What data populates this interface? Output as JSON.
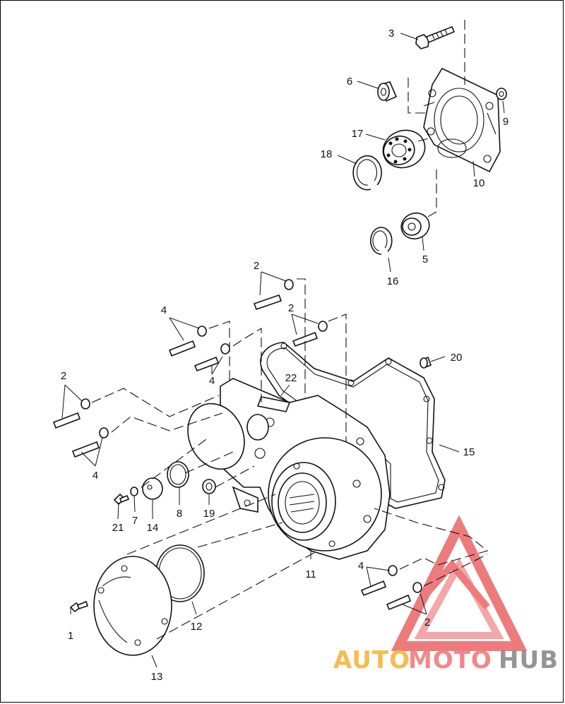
{
  "callouts": {
    "c3": "3",
    "c6": "6",
    "c9": "9",
    "c17": "17",
    "c18": "18",
    "c10": "10",
    "c5": "5",
    "c16": "16",
    "c2a": "2",
    "c2b": "2",
    "c2c": "2",
    "c2d": "2",
    "c4a": "4",
    "c4b": "4",
    "c4c": "4",
    "c4d": "4",
    "c22": "22",
    "c20": "20",
    "c15": "15",
    "c21": "21",
    "c7": "7",
    "c14": "14",
    "c8": "8",
    "c19": "19",
    "c11": "11",
    "c1": "1",
    "c12": "12",
    "c13": "13"
  },
  "watermark": {
    "auto": "AUTO",
    "moto": "MOTO",
    "hub": "HUB",
    "colors": {
      "auto": "#f4b63c",
      "moto": "#ef7d7d",
      "hub": "#8a8a8a",
      "triangle": "#e85050"
    }
  }
}
